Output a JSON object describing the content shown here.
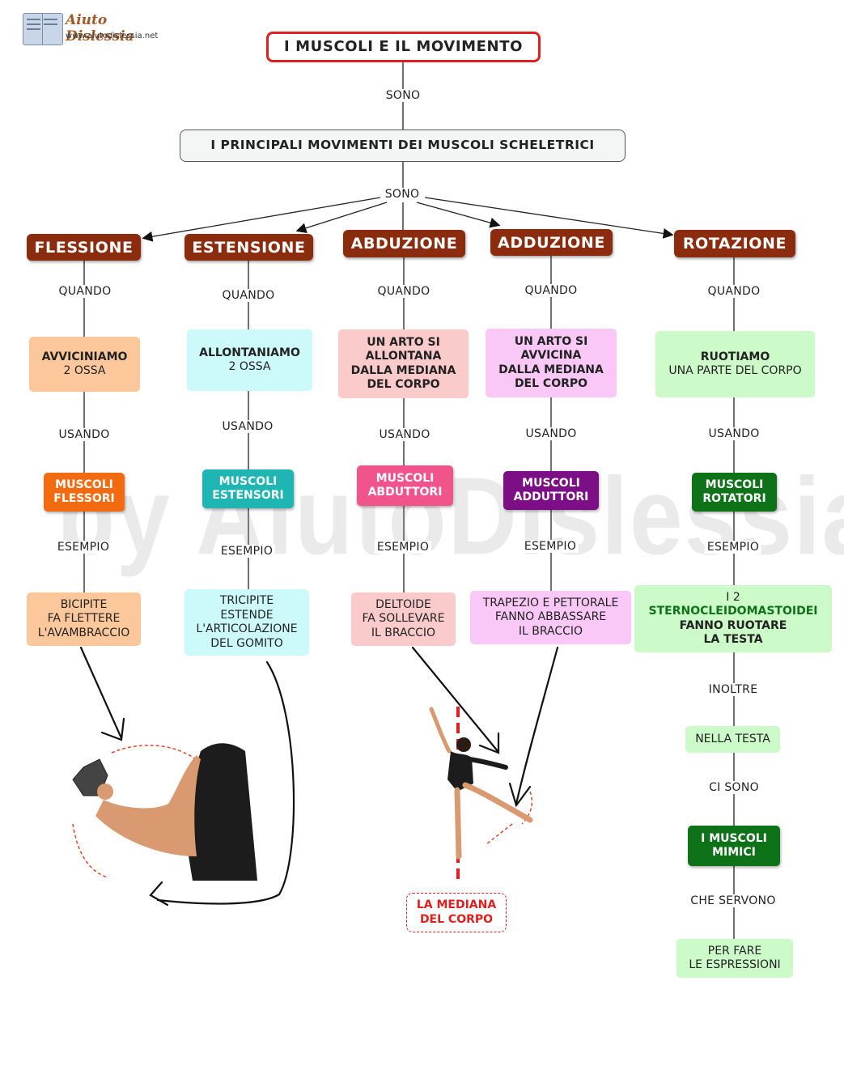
{
  "logo": {
    "name": "Aiuto Dislessia",
    "url": "www.aiutodislessia.net"
  },
  "watermark": "by AiutoDislessia.net",
  "title": "I MUSCOLI E IL MOVIMENTO",
  "link_sono_1": "SONO",
  "subtitle": "I PRINCIPALI MOVIMENTI DEI MUSCOLI SCHELETRICI",
  "link_sono_2": "SONO",
  "link_quando": "QUANDO",
  "link_usando": "USANDO",
  "link_esempio": "ESEMPIO",
  "categories": [
    {
      "name": "FLESSIONE",
      "when": [
        "AVVICINIAMO",
        "2 OSSA"
      ],
      "muscles": [
        "MUSCOLI",
        "FLESSORI"
      ],
      "example": [
        "BICIPITE",
        "FA FLETTERE",
        "L'AVAMBRACCIO"
      ]
    },
    {
      "name": "ESTENSIONE",
      "when": [
        "ALLONTANIAMO",
        "2 OSSA"
      ],
      "muscles": [
        "MUSCOLI",
        "ESTENSORI"
      ],
      "example": [
        "TRICIPITE",
        "ESTENDE",
        "L'ARTICOLAZIONE",
        "DEL GOMITO"
      ]
    },
    {
      "name": "ABDUZIONE",
      "when": [
        "UN ARTO SI",
        "ALLONTANA",
        "DALLA MEDIANA",
        "DEL CORPO"
      ],
      "muscles": [
        "MUSCOLI",
        "ABDUTTORI"
      ],
      "example": [
        "DELTOIDE",
        "FA SOLLEVARE",
        "IL BRACCIO"
      ]
    },
    {
      "name": "ADDUZIONE",
      "when": [
        "UN ARTO SI",
        "AVVICINA",
        "DALLA MEDIANA",
        "DEL CORPO"
      ],
      "muscles": [
        "MUSCOLI",
        "ADDUTTORI"
      ],
      "example": [
        "TRAPEZIO E PETTORALE",
        "FANNO ABBASSARE",
        "IL BRACCIO"
      ]
    },
    {
      "name": "ROTAZIONE",
      "when": [
        "RUOTIAMO",
        "UNA PARTE DEL CORPO"
      ],
      "muscles": [
        "MUSCOLI",
        "ROTATORI"
      ],
      "example": [
        "I 2",
        "STERNOCLEIDOMASTOIDEI",
        "FANNO RUOTARE",
        "LA TESTA"
      ]
    }
  ],
  "rotation_extra": {
    "link_inoltre": "INOLTRE",
    "head": "NELLA TESTA",
    "link_ci_sono": "CI SONO",
    "mimic": [
      "I MUSCOLI",
      "MIMICI"
    ],
    "link_che_servono": "CHE SERVONO",
    "purpose": [
      "PER FARE",
      "LE ESPRESSIONI"
    ]
  },
  "midline_label": [
    "LA MEDIANA",
    "DEL CORPO"
  ],
  "colors": {
    "title_border": "#e02020",
    "category_bg": "#8b2c0e",
    "flexion_when": "#fcc89b",
    "flexion_muscle": "#f26b10",
    "extension_when": "#ccfafa",
    "extension_muscle": "#1fb5b2",
    "abduction_when": "#fbcaca",
    "abduction_muscle": "#f0548a",
    "adduction_when": "#fac8f7",
    "adduction_muscle": "#7c0f86",
    "rotation_when": "#ccfac8",
    "rotation_muscle": "#0e7318",
    "midline": "#e02020"
  }
}
